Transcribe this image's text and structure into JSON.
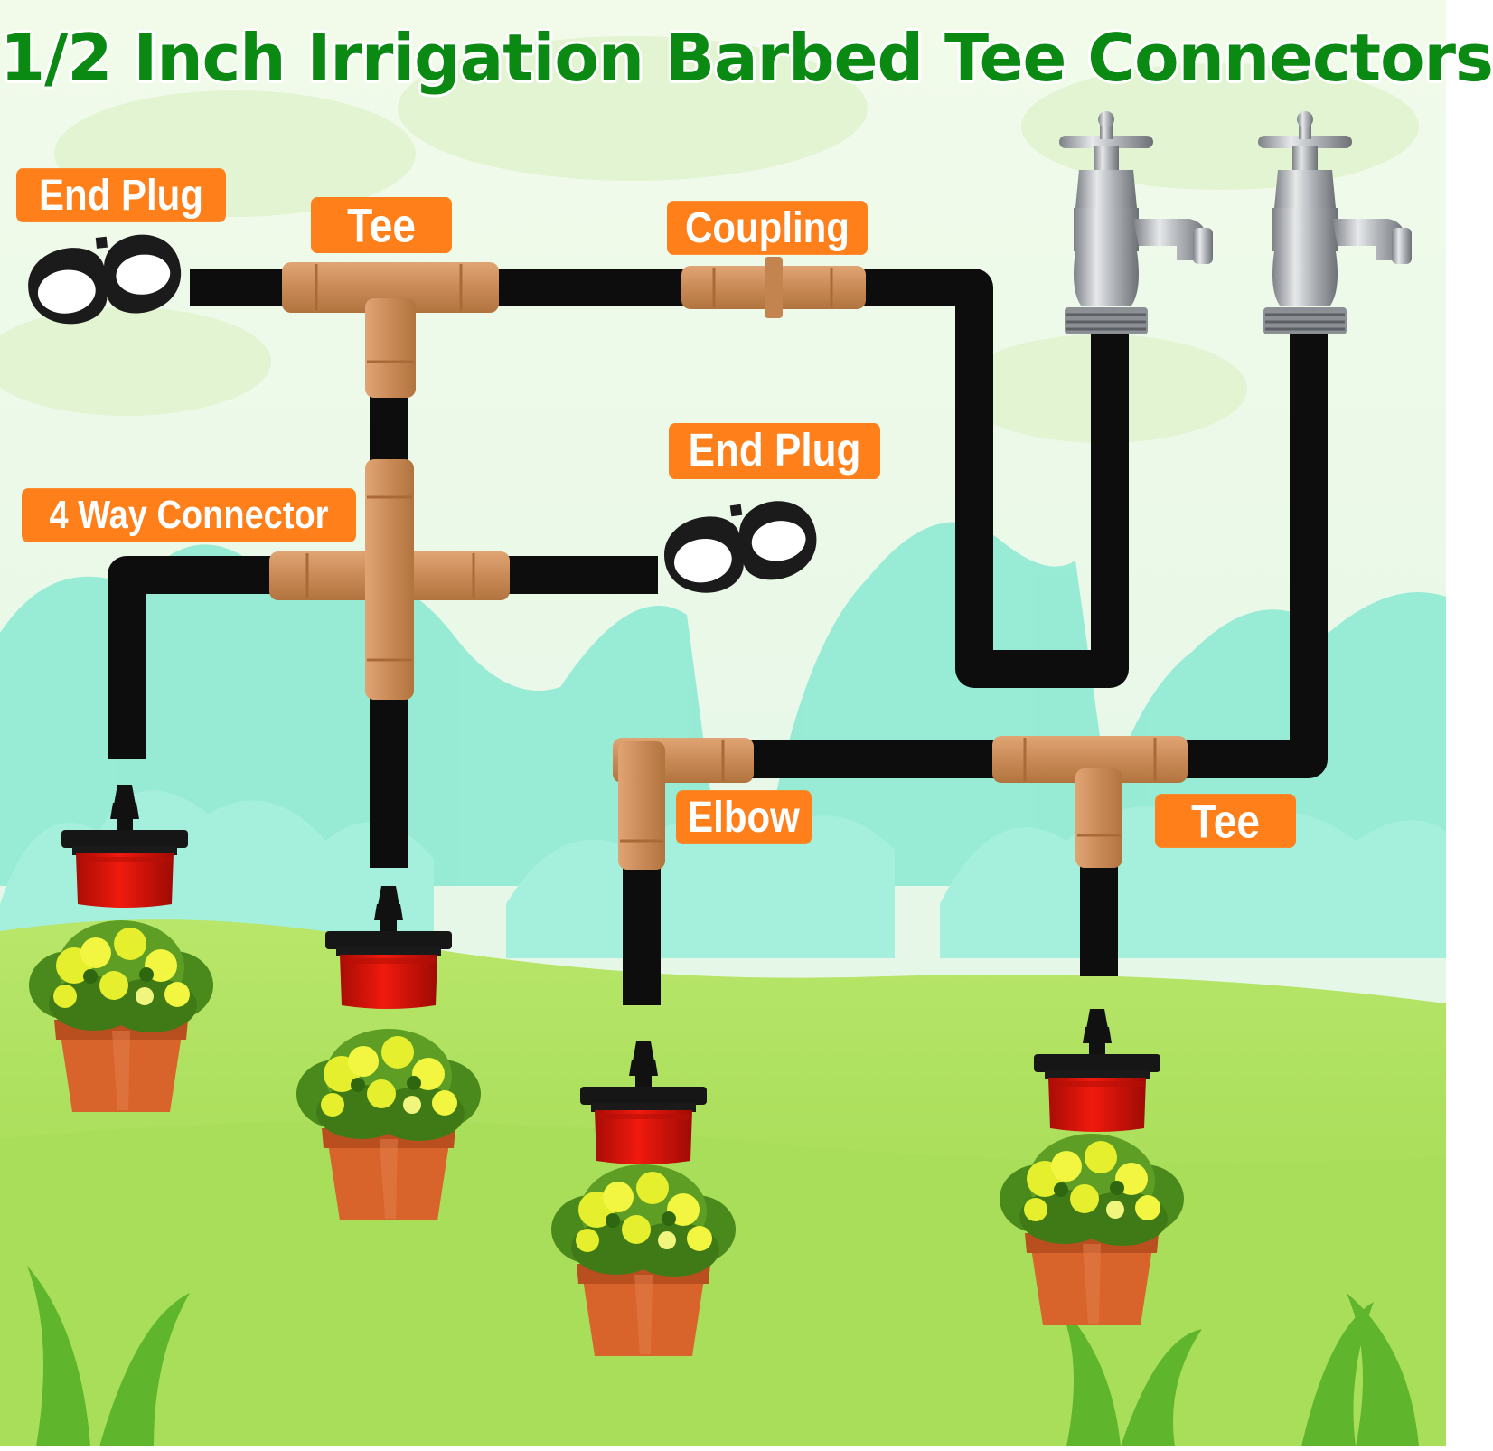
{
  "title": "1/2 Inch Irrigation Barbed Tee Connectors",
  "colors": {
    "title": "#0a8a12",
    "label_bg": "#ff7f1a",
    "label_text": "#ffffff",
    "tubing": "#0d0d0d",
    "fitting": "#cf8f5c",
    "emitter_cap": "#e8160c",
    "sky": "#e9f8e1",
    "hills": "#86e8cf",
    "grass": "#a6dc55"
  },
  "labels": {
    "end_plug_top": "End Plug",
    "tee_top": "Tee",
    "coupling": "Coupling",
    "end_plug_middle": "End Plug",
    "four_way": "4 Way Connector",
    "elbow": "Elbow",
    "tee_bottom": "Tee"
  },
  "icons": {
    "faucet": "faucet-icon",
    "end_plug": "end-plug-icon",
    "emitter": "drip-emitter-icon",
    "plant": "potted-plant-icon"
  }
}
